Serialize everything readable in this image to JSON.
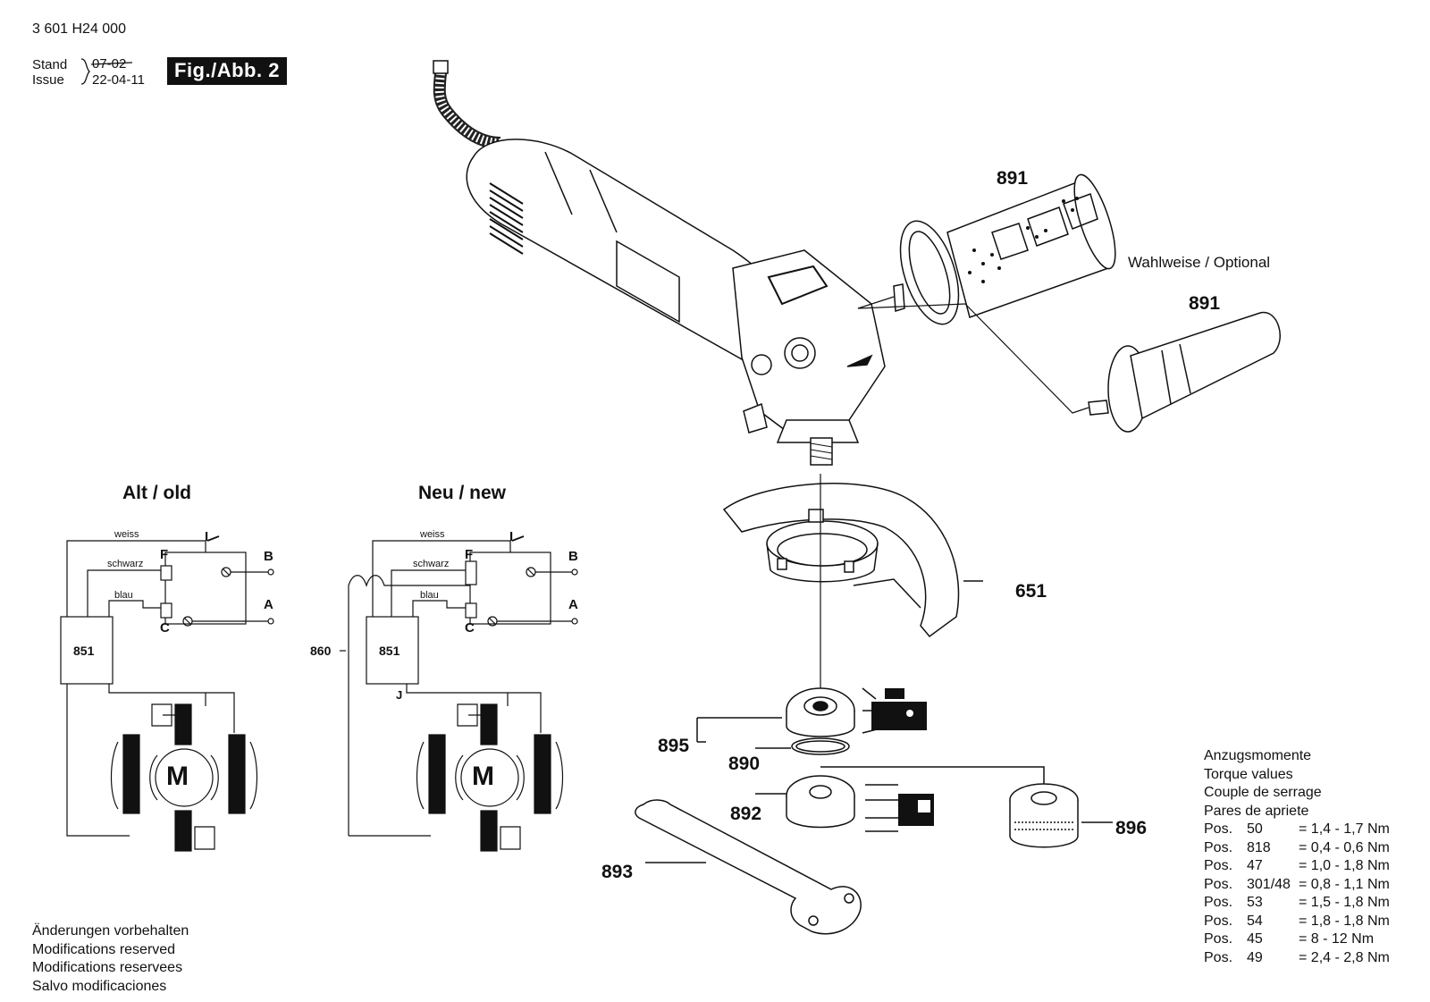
{
  "header": {
    "doc_number": "3 601 H24 000",
    "stand_label": "Stand",
    "issue_label": "Issue",
    "stand_date_struck": "07-02",
    "issue_date": "22-04-11",
    "figure_label": "Fig./Abb. 2"
  },
  "wiring": {
    "old_title": "Alt / old",
    "new_title": "Neu / new",
    "wire_weiss": "weiss",
    "wire_schwarz": "schwarz",
    "wire_blau": "blau",
    "terminal_I": "I",
    "terminal_F": "F",
    "terminal_C": "C",
    "terminal_B": "B",
    "terminal_A": "A",
    "terminal_J": "J",
    "block_851": "851",
    "ref_860": "860",
    "motor": "M"
  },
  "parts": {
    "p891_a": "891",
    "p891_b": "891",
    "optional": "Wahlweise / Optional",
    "p651": "651",
    "p895": "895",
    "p890": "890",
    "p892": "892",
    "p893": "893",
    "p896": "896"
  },
  "modifications": [
    "Änderungen vorbehalten",
    "Modifications reserved",
    "Modifications reservees",
    "Salvo modificaciones"
  ],
  "torque": {
    "headings": [
      "Anzugsmomente",
      "Torque values",
      "Couple de serrage",
      "Pares de apriete"
    ],
    "rows": [
      {
        "pos": "Pos.",
        "num": "50",
        "value": "= 1,4 - 1,7 Nm"
      },
      {
        "pos": "Pos.",
        "num": "818",
        "value": "= 0,4 - 0,6 Nm"
      },
      {
        "pos": "Pos.",
        "num": "47",
        "value": "= 1,0 - 1,8 Nm"
      },
      {
        "pos": "Pos.",
        "num": "301/48",
        "value": "= 0,8 - 1,1 Nm"
      },
      {
        "pos": "Pos.",
        "num": "53",
        "value": "= 1,5 - 1,8 Nm"
      },
      {
        "pos": "Pos.",
        "num": "54",
        "value": "= 1,8 - 1,8 Nm"
      },
      {
        "pos": "Pos.",
        "num": "45",
        "value": "= 8 - 12 Nm"
      },
      {
        "pos": "Pos.",
        "num": "49",
        "value": "= 2,4 - 2,8 Nm"
      }
    ]
  }
}
